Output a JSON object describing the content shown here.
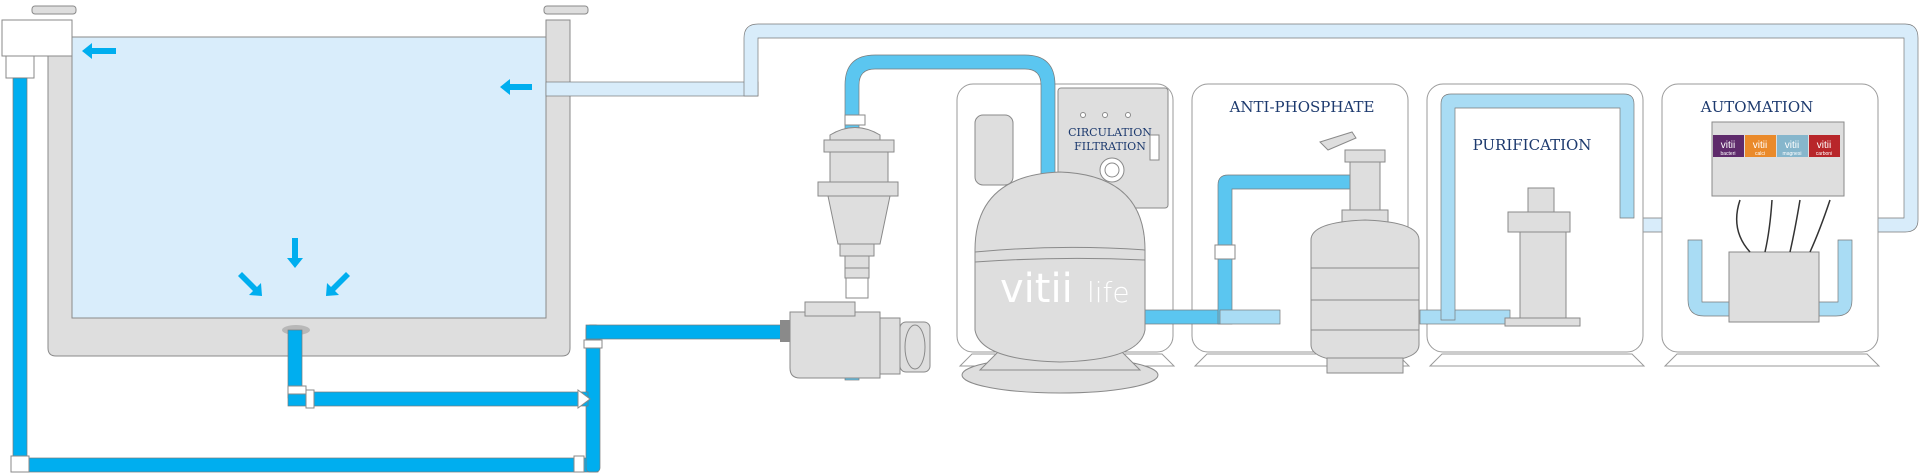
{
  "sections": {
    "circulation_filtration": [
      "CIRCULATION",
      "FILTRATION"
    ],
    "anti_phosphate": "ANTI-PHOSPHATE",
    "purification": "PURIFICATION",
    "automation": "AUTOMATION"
  },
  "filter_logo": {
    "brand": "vitii",
    "suffix": "life"
  },
  "products": [
    {
      "brand": "vitii",
      "name": "bacteri",
      "color": "#5e2a6b"
    },
    {
      "brand": "vitii",
      "name": "calci",
      "color": "#ea8a2a"
    },
    {
      "brand": "vitii",
      "name": "magnesi",
      "color": "#86b6cc"
    },
    {
      "brand": "vitii",
      "name": "carboni",
      "color": "#b8262a"
    }
  ],
  "colors": {
    "pipe_main": "#00aeef",
    "pipe_circulation": "#5bc6f0",
    "pipe_treatment": "#a9dcf4",
    "pipe_return": "#d8ecfa",
    "water": "#d9edfb",
    "equipment": "#dedede",
    "label": "#1d3a6e"
  }
}
